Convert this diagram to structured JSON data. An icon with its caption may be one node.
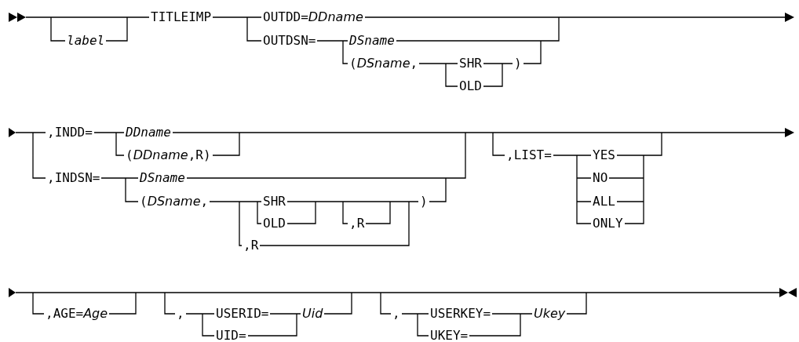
{
  "diagram": {
    "labels": [
      "TITLEIMP",
      "OUTDD=*DDname*",
      "label",
      "OUTDSN=",
      "DSname",
      "(*DSname*,",
      "SHR",
      ")",
      "OLD",
      ",INDD=",
      "DDname",
      "(*DDname*,R)",
      ",LIST=",
      "YES",
      ",INDSN=",
      "DSname",
      "NO",
      "(*DSname*,",
      "SHR",
      ")",
      "ALL",
      "OLD",
      ",R",
      "ONLY",
      ",R",
      ",AGE=*Age*",
      ",",
      "USERID=",
      "*Uid*",
      ",",
      "USERKEY=",
      "*Ukey*",
      "UID=",
      "UKEY="
    ]
  }
}
